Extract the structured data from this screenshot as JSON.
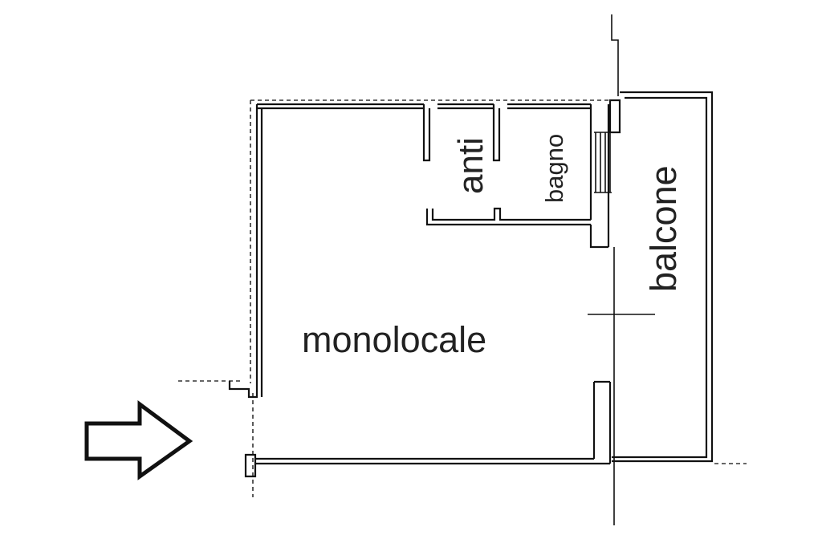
{
  "rooms": {
    "main": "monolocale",
    "anteroom": "anti",
    "bathroom": "bagno",
    "balcony": "balcone"
  },
  "entrance_marker": "arrow-right-icon"
}
